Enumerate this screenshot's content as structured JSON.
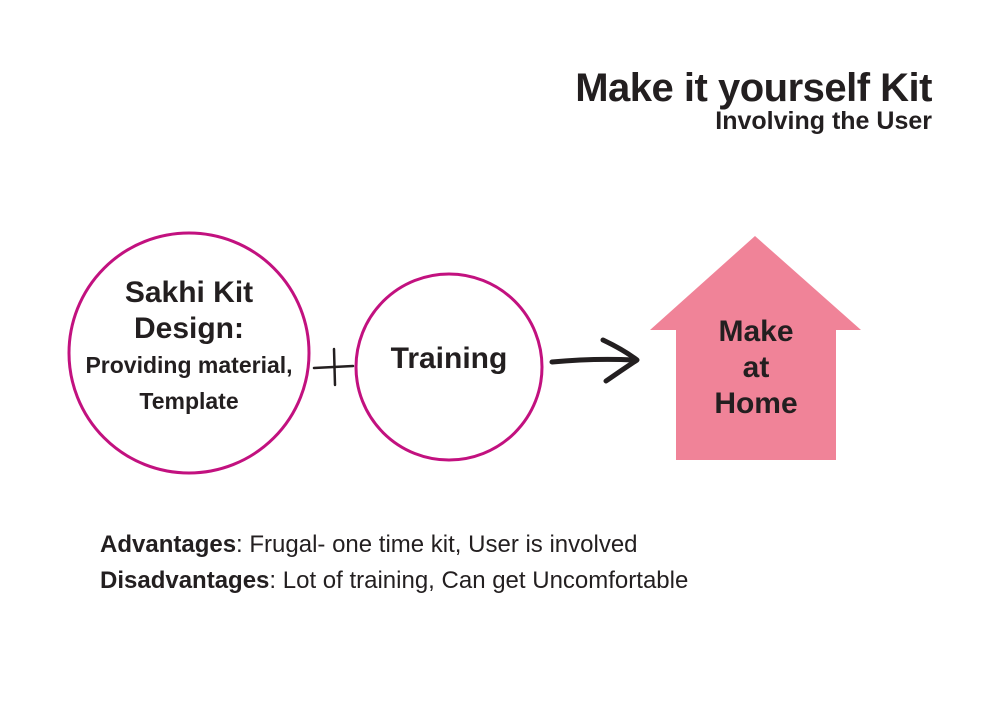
{
  "header": {
    "title": "Make it yourself Kit",
    "subtitle": "Involving the User"
  },
  "diagram": {
    "kit": {
      "line1": "Sakhi Kit",
      "line2": "Design:",
      "line3": "Providing material,",
      "line4": "Template"
    },
    "training": "Training",
    "home": {
      "line1": "Make",
      "line2": "at",
      "line3": "Home"
    },
    "colors": {
      "circle_stroke": "#c2117f",
      "house_fill": "#f08398",
      "ink": "#231f20"
    }
  },
  "notes": {
    "advantages_label": "Advantages",
    "advantages_text": "Frugal- one time kit, User is involved",
    "disadvantages_label": "Disadvantages",
    "disadvantages_text": "Lot of training, Can get Uncomfortable"
  }
}
